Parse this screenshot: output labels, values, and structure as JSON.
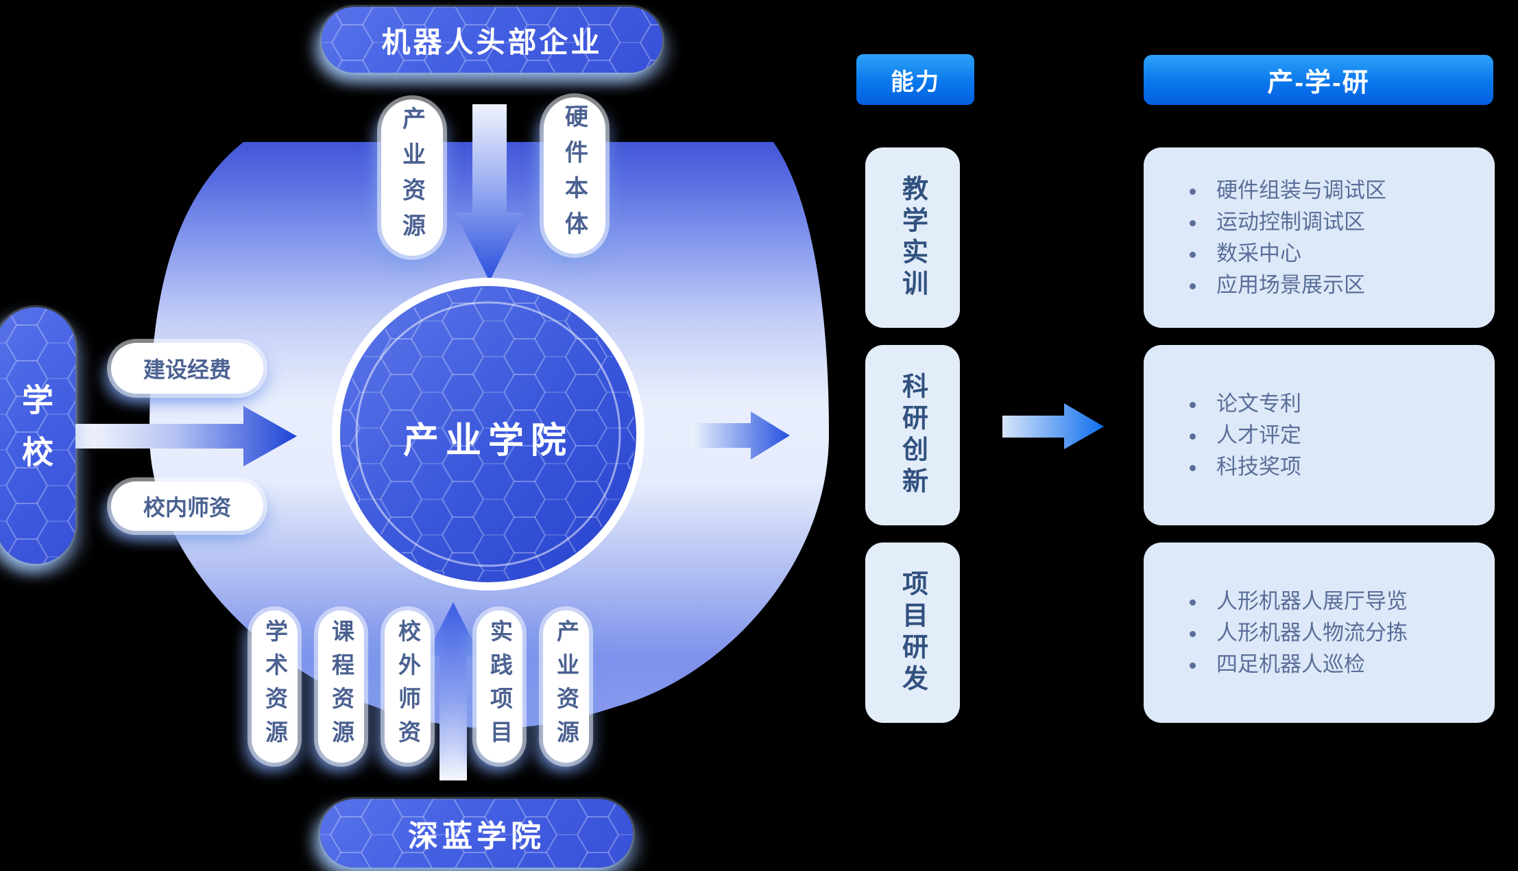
{
  "center": {
    "label": "产业学院"
  },
  "school": {
    "label": "学校",
    "inputs": [
      "建设经费",
      "校内师资"
    ]
  },
  "enterprise": {
    "label": "机器人头部企业",
    "inputs": [
      "产业资源",
      "硬件本体"
    ]
  },
  "academy": {
    "label": "深蓝学院",
    "inputs": [
      "学术资源",
      "课程资源",
      "校外师资",
      "实践项目",
      "产业资源"
    ]
  },
  "capability": {
    "header": "能力",
    "items": [
      "教学实训",
      "科研创新",
      "项目研发"
    ]
  },
  "outcomes": {
    "header": "产-学-研",
    "groups": [
      [
        "硬件组装与调试区",
        "运动控制调试区",
        "数采中心",
        "应用场景展示区"
      ],
      [
        "论文专利",
        "人才评定",
        "科技奖项"
      ],
      [
        "人形机器人展厅导览",
        "人形机器人物流分拣",
        "四足机器人巡检"
      ]
    ]
  },
  "colors": {
    "accent_azure": "#0f78ee",
    "node_blue": "#4460e2",
    "panel_light": "#dde9f8",
    "text_navy": "#31517f",
    "text_slate": "#5a6e99"
  }
}
